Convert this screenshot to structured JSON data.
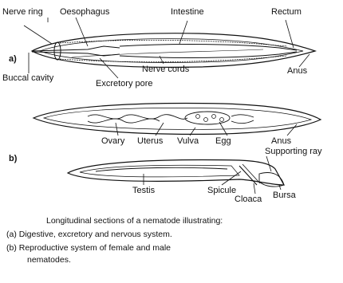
{
  "panel_a": {
    "marker": "a)",
    "labels": {
      "nerve_ring": "Nerve ring",
      "oesophagus": "Oesophagus",
      "intestine": "Intestine",
      "rectum": "Rectum",
      "buccal_cavity": "Buccal cavity",
      "excretory_pore": "Excretory pore",
      "nerve_cords": "Nerve cords",
      "anus": "Anus"
    }
  },
  "panel_b": {
    "marker": "b)",
    "female_labels": {
      "ovary": "Ovary",
      "uterus": "Uterus",
      "vulva": "Vulva",
      "egg": "Egg",
      "anus": "Anus"
    },
    "male_labels": {
      "supporting_ray": "Supporting ray",
      "testis": "Testis",
      "spicule": "Spicule",
      "bursa": "Bursa",
      "cloaca": "Cloaca"
    }
  },
  "caption": {
    "title": "Longitudinal sections of a nematode illustrating:",
    "item_a": "(a)  Digestive, excretory and nervous system.",
    "item_b_line1": "(b)  Reproductive system of female and male",
    "item_b_line2": "nematodes."
  }
}
